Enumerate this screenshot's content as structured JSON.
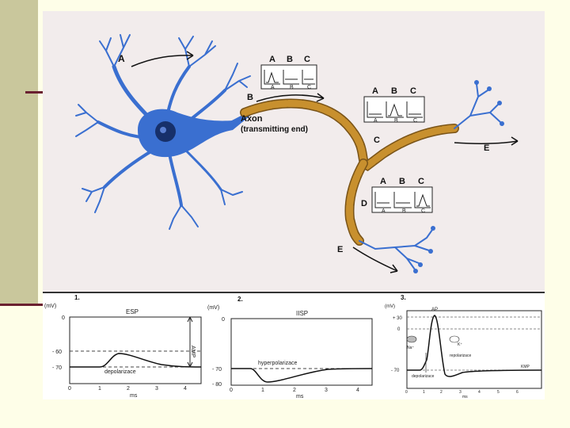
{
  "colors": {
    "background": "#fefee8",
    "side_bar": "#c9c79c",
    "accent": "#6a2030",
    "neuron_blue": "#3a6fd0",
    "axon_orange": "#c8902e"
  },
  "neuron": {
    "label_a": "A",
    "label_b": "B",
    "label_c": "C",
    "label_d": "D",
    "label_e": "E",
    "axon_title": "Axon",
    "axon_subtitle": "(transmitting end)",
    "inset_headers": [
      "A",
      "B",
      "C"
    ],
    "inset_sublabels": [
      "A",
      "B",
      "C"
    ]
  },
  "graphs": [
    {
      "number": "1.",
      "title": "ESP",
      "unit": "(mV)",
      "xlabel": "ms",
      "yticks": [
        "0",
        "- 60",
        "- 70"
      ],
      "xticks": [
        "0",
        "1",
        "2",
        "3",
        "4"
      ],
      "annotation": "depolarizace",
      "side_label": "AMP"
    },
    {
      "number": "2.",
      "title": "IISP",
      "unit": "(mV)",
      "xlabel": "ms",
      "yticks": [
        "0",
        "- 70",
        "- 80"
      ],
      "xticks": [
        "0",
        "1",
        "2",
        "3",
        "4"
      ],
      "annotation": "hyperpolarizace"
    },
    {
      "number": "3.",
      "unit": "(mV)",
      "xlabel": "ms",
      "yticks": [
        "+ 30",
        "0",
        "- 70"
      ],
      "xticks": [
        "0",
        "1",
        "2",
        "3",
        "4",
        "5",
        "6"
      ],
      "peak_label": "AP",
      "ion_na": "Na⁺",
      "ion_k": "K⁺",
      "repol_label": "repolarizace",
      "depol_label": "depolarizace",
      "rest_label": "KMP"
    }
  ]
}
